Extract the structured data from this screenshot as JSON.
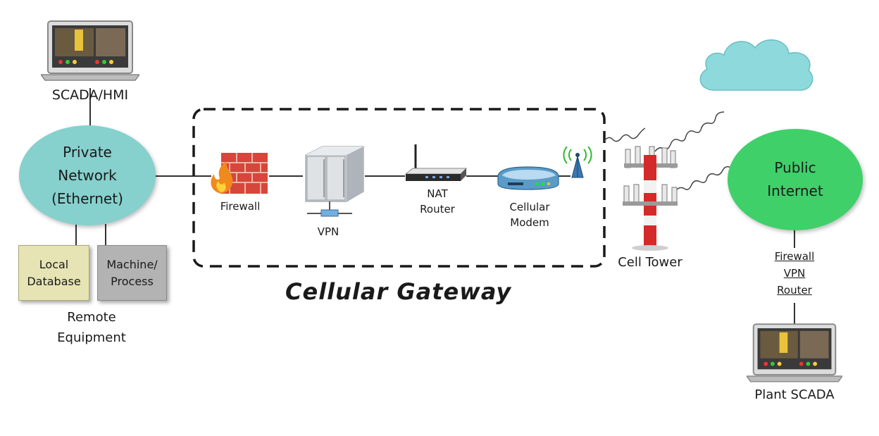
{
  "diagram": {
    "scada_hmi_label": "SCADA/HMI",
    "private_network": [
      "Private",
      "Network",
      "(Ethernet)"
    ],
    "local_database": [
      "Local",
      "Database"
    ],
    "machine_process": [
      "Machine/",
      "Process"
    ],
    "remote_equipment": [
      "Remote",
      "Equipment"
    ],
    "firewall_label": "Firewall",
    "vpn_label": "VPN",
    "nat_router": [
      "NAT",
      "Router"
    ],
    "cellular_modem": [
      "Cellular",
      "Modem"
    ],
    "gateway_title": "Cellular Gateway",
    "cell_tower_label": "Cell Tower",
    "public_internet": [
      "Public",
      "Internet"
    ],
    "plant_stack": [
      "Firewall",
      "VPN",
      "Router"
    ],
    "plant_scada_label": "Plant SCADA"
  },
  "colors": {
    "private_network_fill": "#86d0cd",
    "public_internet_fill": "#3fd06a",
    "cloud_fill": "#8ed9dc",
    "local_db_fill": "#e6e4b4",
    "machine_fill": "#b3b3b3",
    "tower_red": "#d42a2a",
    "firewall_red": "#d6463a"
  },
  "icons": [
    "laptop-icon",
    "firewall-icon",
    "vpn-server-icon",
    "router-icon",
    "modem-icon",
    "antenna-icon",
    "cell-tower-icon",
    "cloud-icon"
  ]
}
